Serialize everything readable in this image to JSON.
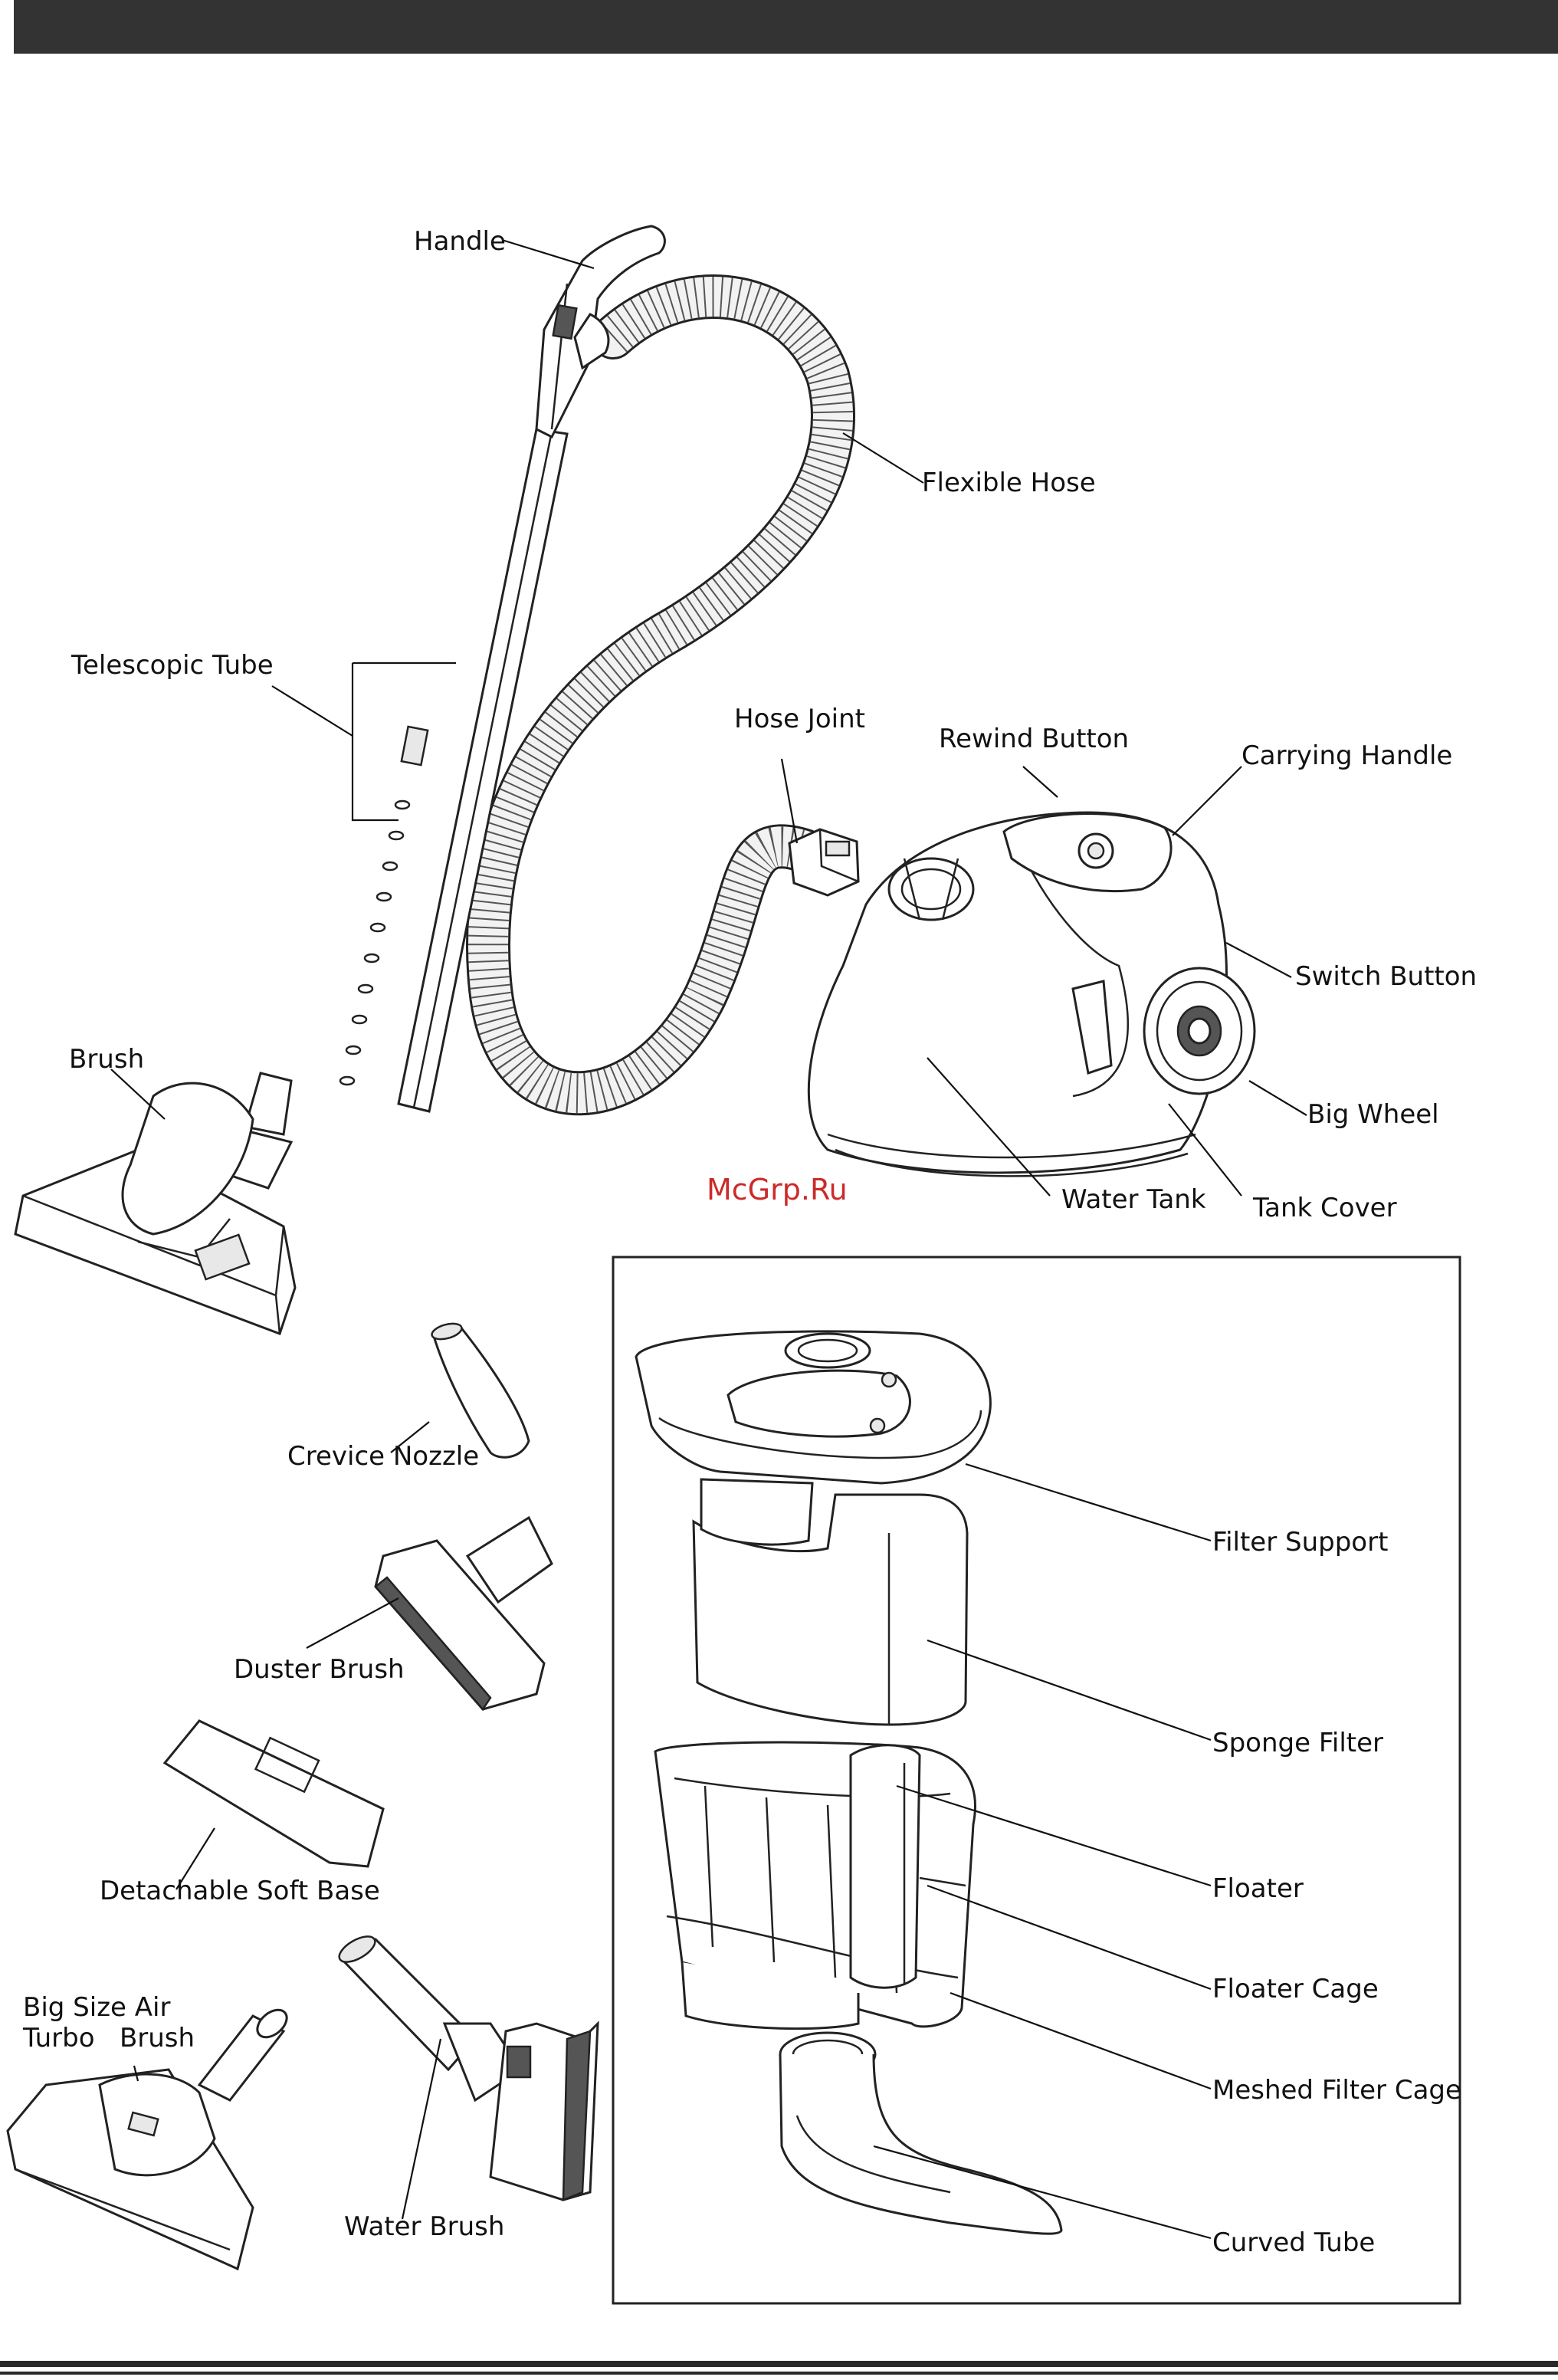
{
  "watermark": "McGrp.Ru",
  "labels": {
    "handle": "Handle",
    "flexible_hose": "Flexible Hose",
    "telescopic_tube": "Telescopic Tube",
    "hose_joint": "Hose Joint",
    "rewind_button": "Rewind Button",
    "carrying_handle": "Carrying Handle",
    "switch_button": "Switch Button",
    "big_wheel": "Big Wheel",
    "tank_cover": "Tank Cover",
    "water_tank": "Water Tank",
    "brush": "Brush",
    "crevice_nozzle": "Crevice Nozzle",
    "duster_brush": "Duster Brush",
    "detachable_soft_base": "Detachable Soft Base",
    "big_size_air_turbo_brush_line1": "Big Size Air",
    "big_size_air_turbo_brush_line2": "Turbo   Brush",
    "water_brush": "Water Brush",
    "filter_support": "Filter Support",
    "sponge_filter": "Sponge Filter",
    "floater": "Floater",
    "floater_cage": "Floater Cage",
    "meshed_filter_cage": "Meshed Filter Cage",
    "curved_tube": "Curved Tube"
  }
}
